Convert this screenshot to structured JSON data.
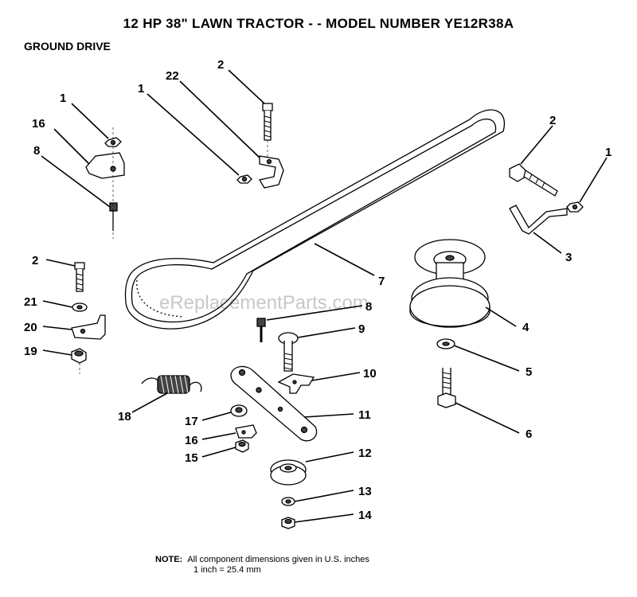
{
  "title": "12 HP 38\" LAWN TRACTOR - - MODEL NUMBER YE12R38A",
  "section": "GROUND DRIVE",
  "watermark": "eReplacementParts.com",
  "note": {
    "label": "NOTE:",
    "line1": "All component dimensions given in U.S. inches",
    "line2": "1 inch = 25.4 mm"
  },
  "callouts": {
    "c1a": "1",
    "c16a": "16",
    "c8a": "8",
    "c1b": "1",
    "c22": "22",
    "c2a": "2",
    "c2b": "2",
    "c1c": "1",
    "c3": "3",
    "c2c": "2",
    "c21": "21",
    "c20": "20",
    "c19": "19",
    "c7": "7",
    "c8b": "8",
    "c4": "4",
    "c9": "9",
    "c5": "5",
    "c10": "10",
    "c11": "11",
    "c6": "6",
    "c18": "18",
    "c17": "17",
    "c16b": "16",
    "c15": "15",
    "c12": "12",
    "c13": "13",
    "c14": "14"
  }
}
